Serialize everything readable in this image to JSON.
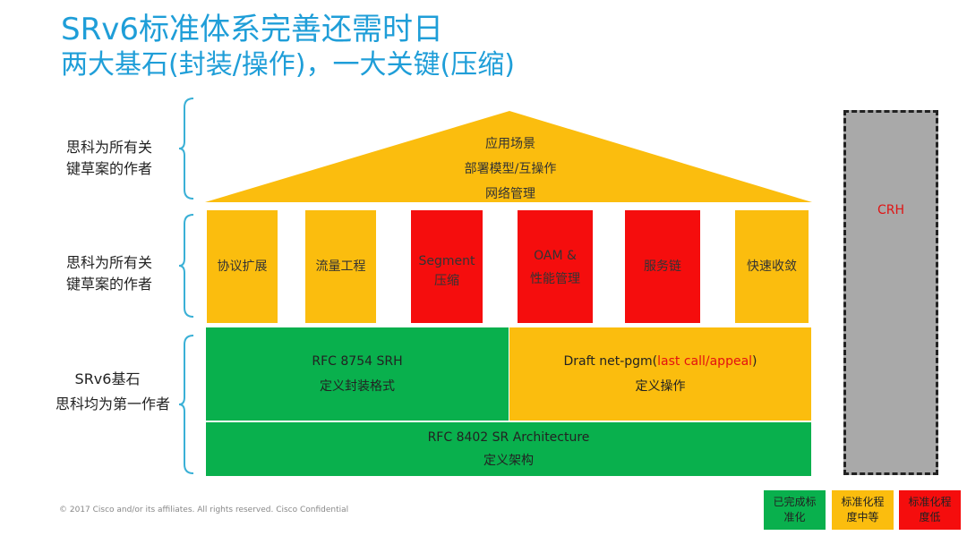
{
  "title": "SRv6标准体系完善还需时日",
  "subtitle": "两大基石(封装/操作)，一大关键(压缩)",
  "side_labels": {
    "roof_line1": "思科为所有关",
    "roof_line2": "键草案的作者",
    "pillars_line1": "思科为所有关",
    "pillars_line2": "键草案的作者",
    "base_line1": "SRv6基石",
    "base_line2": "思科均为第一作者"
  },
  "roof": {
    "line1": "应用场景",
    "line2": "部署模型/互操作",
    "line3": "网络管理"
  },
  "pillars": [
    {
      "line1": "协议扩展",
      "line2": "",
      "status": "yellow"
    },
    {
      "line1": "流量工程",
      "line2": "",
      "status": "yellow"
    },
    {
      "line1": "Segment",
      "line2": "压缩",
      "status": "red"
    },
    {
      "line1": "OAM &",
      "line2": "性能管理",
      "status": "red"
    },
    {
      "line1": "服务链",
      "line2": "",
      "status": "red"
    },
    {
      "line1": "快速收敛",
      "line2": "",
      "status": "yellow"
    }
  ],
  "foundation": {
    "srh_title": "RFC 8754 SRH",
    "srh_sub": "定义封装格式",
    "pgm_title_prefix": "Draft net-pgm(",
    "pgm_title_highlight": "last call/appeal",
    "pgm_title_suffix": ")",
    "pgm_sub": "定义操作",
    "arch_title": "RFC 8402 SR Architecture",
    "arch_sub": "定义架构"
  },
  "crh": {
    "label": "CRH"
  },
  "footer": "© 2017  Cisco and/or its affiliates. All rights reserved.    Cisco Confidential",
  "legend": [
    {
      "line1": "已完成标",
      "line2": "准化",
      "status": "green"
    },
    {
      "line1": "标准化程",
      "line2": "度中等",
      "status": "yellow"
    },
    {
      "line1": "标准化程",
      "line2": "度低",
      "status": "red"
    }
  ],
  "colors": {
    "title_blue": "#1f9ed8",
    "yellow": "#fbbd0e",
    "red": "#f50d0d",
    "green": "#09b04d",
    "gray": "#a9a9a9",
    "brace": "#3ab0d6",
    "highlight_red": "#e31010"
  }
}
